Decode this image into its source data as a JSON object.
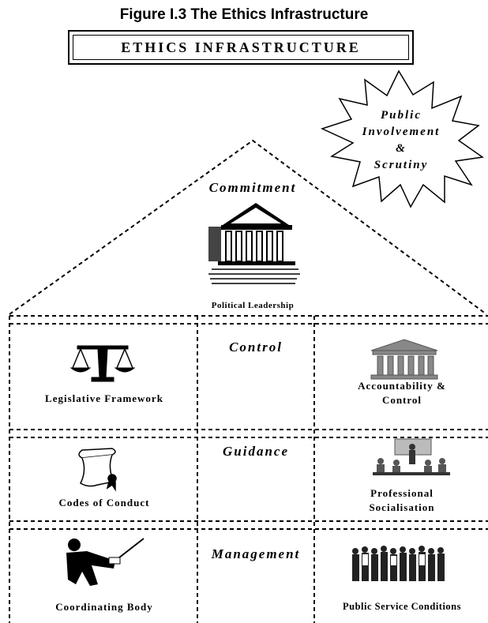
{
  "figure_title": "Figure I.3  The Ethics Infrastructure",
  "banner": "ETHICS INFRASTRUCTURE",
  "star": {
    "line1": "Public",
    "line2": "Involvement",
    "line3": "&",
    "line4": "Scrutiny"
  },
  "roof": {
    "heading": "Commitment",
    "caption": "Political Leadership"
  },
  "rows": [
    {
      "category": "Control",
      "left": "Legislative Framework",
      "right_line1": "Accountability &",
      "right_line2": "Control"
    },
    {
      "category": "Guidance",
      "left": "Codes of Conduct",
      "right_line1": "Professional",
      "right_line2": "Socialisation"
    },
    {
      "category": "Management",
      "left": "Coordinating Body",
      "right_line1": "Public Service Conditions"
    }
  ],
  "icons": [
    "courthouse-icon",
    "scales-icon",
    "pillared-building-icon",
    "scroll-icon",
    "classroom-icon",
    "conductor-icon",
    "people-group-icon"
  ]
}
